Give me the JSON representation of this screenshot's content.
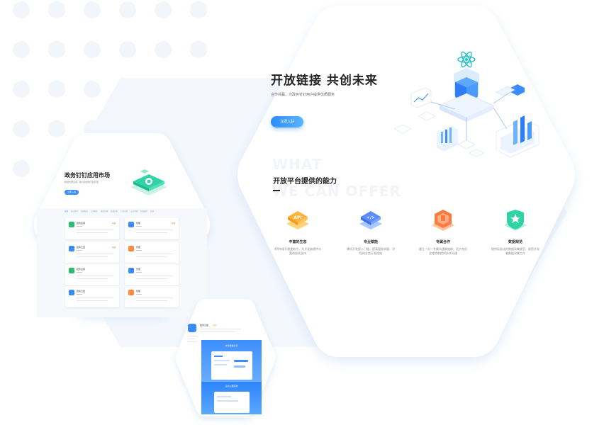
{
  "hero": {
    "title": "开放链接 共创未来",
    "subtitle": "合作共赢，为政务钉钉用户提供优质服务",
    "button_label": "立即入驻"
  },
  "section": {
    "ghost_line1": "WHAT",
    "ghost_line2": "WE CAN OFFER",
    "title": "开放平台提供的能力"
  },
  "features": [
    {
      "title": "丰富的生态",
      "desc": "API持续开放更新中，为开发者提供丰富的技术支持",
      "icon": "api-icon"
    },
    {
      "title": "专业赋能",
      "desc": "降低开发接入门槛，提高服务质量，为您的业务开发提效",
      "icon": "code-icon"
    },
    {
      "title": "专属合作",
      "desc": "建立一对一专属沟通联络群，官方专员全程协助提供技术沟通",
      "icon": "cooperation-icon"
    },
    {
      "title": "数据规范",
      "desc": "提供标准化的数据采集规范，助您开发者数据采集工作",
      "icon": "shield-star-icon"
    }
  ],
  "market": {
    "title": "政务钉钉应用市场",
    "subtitle": "精选优质应用，助力政务数字化转型",
    "button_label": "立即入驻",
    "tabs": [
      "全部",
      "办公协同",
      "党建政务",
      "公共服务",
      "基层治理",
      "数据分析",
      "行业应用",
      "安全管理",
      "智能硬件",
      "其他"
    ],
    "cards": [
      {
        "name": "政务应用",
        "tag": "免费",
        "color": "#2dbb6e"
      },
      {
        "name": "智能",
        "tag": "免费",
        "color": "#3a8cff"
      },
      {
        "name": "政务云盘",
        "tag": "免费",
        "color": "#3a8cff"
      },
      {
        "name": "智能",
        "tag": "",
        "color": "#ff8a3d"
      },
      {
        "name": "政务应用",
        "tag": "",
        "color": "#2dbb6e"
      },
      {
        "name": "智能",
        "tag": "",
        "color": "#3a8cff"
      },
      {
        "name": "政务云盘",
        "tag": "",
        "color": "#3a8cff"
      },
      {
        "name": "智能",
        "tag": "",
        "color": "#ff8a3d"
      }
    ]
  },
  "detail": {
    "app_name": "政务云盘",
    "app_tag": "免费",
    "panel1_title": "文件便捷共享",
    "panel2_title": "让办公更高效"
  },
  "colors": {
    "accent": "#2b8bff",
    "background": "#ffffff",
    "hex_shadow": "#e8f1fc"
  }
}
